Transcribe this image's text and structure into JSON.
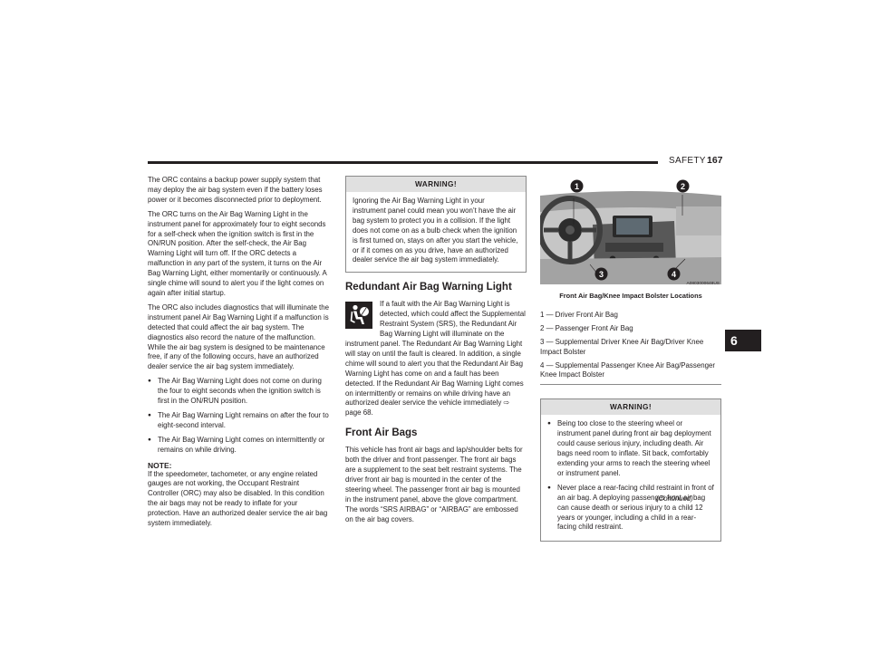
{
  "header": {
    "section": "SAFETY",
    "page_number": "167"
  },
  "chapter_tab": "6",
  "col1": {
    "p1": "The ORC contains a backup power supply system that may deploy the air bag system even if the battery loses power or it becomes disconnected prior to deployment.",
    "p2": "The ORC turns on the Air Bag Warning Light in the instrument panel for approximately four to eight seconds for a self-check when the ignition switch is first in the ON/RUN position. After the self-check, the Air Bag Warning Light will turn off. If the ORC detects a malfunction in any part of the system, it turns on the Air Bag Warning Light, either momentarily or continuously. A single chime will sound to alert you if the light comes on again after initial startup.",
    "p3": "The ORC also includes diagnostics that will illuminate the instrument panel Air Bag Warning Light if a malfunction is detected that could affect the air bag system. The diagnostics also record the nature of the malfunction. While the air bag system is designed to be maintenance free, if any of the following occurs, have an authorized dealer service the air bag system immediately.",
    "bullets": [
      "The Air Bag Warning Light does not come on during the four to eight seconds when the ignition switch is first in the ON/RUN position.",
      "The Air Bag Warning Light remains on after the four to eight-second interval.",
      "The Air Bag Warning Light comes on intermittently or remains on while driving."
    ],
    "note_title": "NOTE:",
    "note_text": "If the speedometer, tachometer, or any engine related gauges are not working, the Occupant Restraint Controller (ORC) may also be disabled. In this condition the air bags may not be ready to inflate for your protection. Have an authorized dealer service the air bag system immediately."
  },
  "col2": {
    "warning_title": "WARNING!",
    "warning_text": "Ignoring the Air Bag Warning Light in your instrument panel could mean you won’t have the air bag system to protect you in a collision. If the light does not come on as a bulb check when the ignition is first turned on, stays on after you start the vehicle, or if it comes on as you drive, have an authorized dealer service the air bag system immediately.",
    "h_redundant": "Redundant Air Bag Warning Light",
    "redundant_text": "If a fault with the Air Bag Warning Light is detected, which could affect the Supplemental Restraint System (SRS), the Redundant Air Bag Warning Light will illuminate on the instrument panel. The Redundant Air Bag Warning Light will stay on until the fault is cleared. In addition, a single chime will sound to alert you that the Redundant Air Bag Warning Light has come on and a fault has been detected. If the Redundant Air Bag Warning Light comes on intermittently or remains on while driving have an authorized dealer service the vehicle immediately",
    "page_ref_symbol": "⇨",
    "page_ref": "page 68.",
    "h_front": "Front Air Bags",
    "front_text": "This vehicle has front air bags and lap/shoulder belts for both the driver and front passenger. The front air bags are a supplement to the seat belt restraint systems. The driver front air bag is mounted in the center of the steering wheel. The passenger front air bag is mounted in the instrument panel, above the glove compartment. The words “SRS AIRBAG” or “AIRBAG” are embossed on the air bag covers."
  },
  "col3": {
    "image_code": "A0803000648US",
    "callouts": [
      "1",
      "2",
      "3",
      "4"
    ],
    "caption": "Front Air Bag/Knee Impact Bolster Locations",
    "legend": [
      "1 — Driver Front Air Bag",
      "2 — Passenger Front Air Bag",
      "3 — Supplemental Driver Knee Air Bag/Driver Knee Impact Bolster",
      "4 — Supplemental Passenger Knee Air Bag/Passenger Knee Impact Bolster"
    ],
    "warning_title": "WARNING!",
    "warning_bullets": [
      "Being too close to the steering wheel or instrument panel during front air bag deployment could cause serious injury, including death. Air bags need room to inflate. Sit back, comfortably extending your arms to reach the steering wheel or instrument panel.",
      "Never place a rear-facing child restraint in front of an air bag. A deploying passenger front air bag can cause death or serious injury to a child 12 years or younger, including a child in a rear-facing child restraint."
    ]
  },
  "footer": {
    "continued": "(Continued)"
  }
}
